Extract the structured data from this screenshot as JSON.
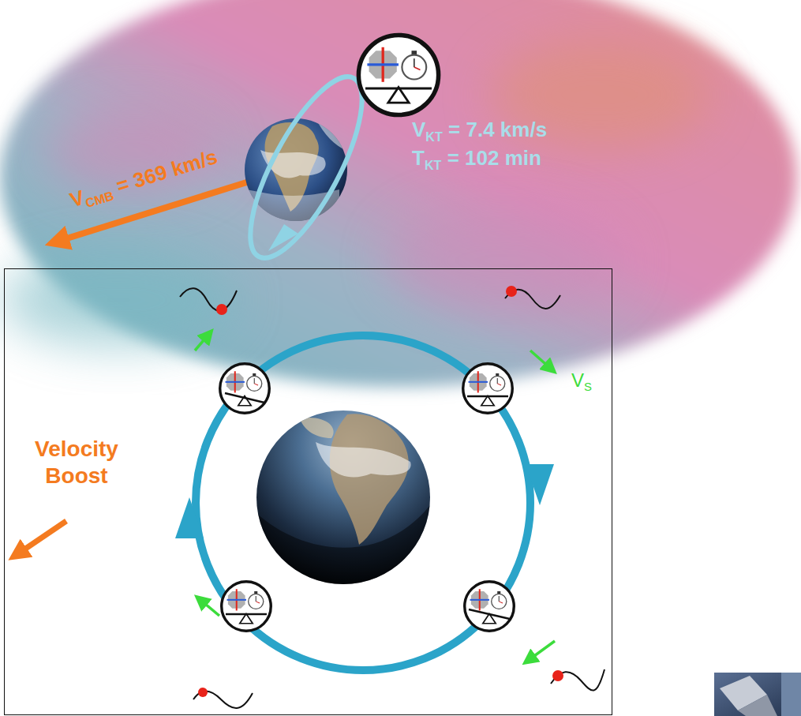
{
  "diagram": {
    "labels": [
      "V",
      "CMB",
      "= 369 km/s",
      "V",
      "KT",
      "= 7.4 km/s",
      "T",
      "KT",
      "= 102 min",
      "V",
      "S",
      "Velocity Boost"
    ]
  }
}
